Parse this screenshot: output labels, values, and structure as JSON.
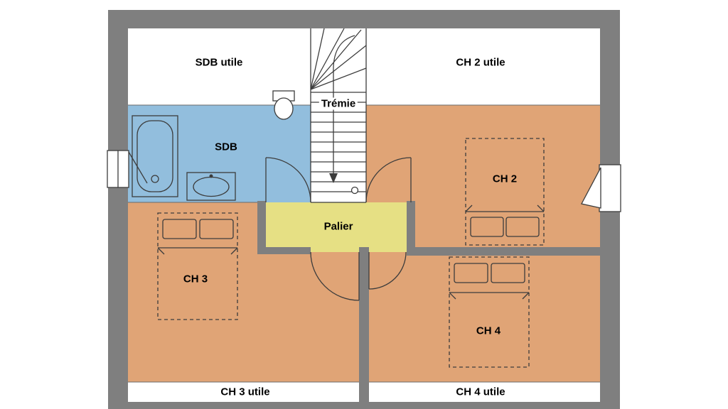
{
  "floorplan": {
    "type": "floor-plan-upper-storey",
    "rooms": {
      "sdb_utile": {
        "label": "SDB utile"
      },
      "ch2_utile": {
        "label": "CH 2 utile"
      },
      "tremie": {
        "label": "Trémie"
      },
      "sdb": {
        "label": "SDB"
      },
      "ch2": {
        "label": "CH 2"
      },
      "palier": {
        "label": "Palier"
      },
      "ch3": {
        "label": "CH 3"
      },
      "ch4": {
        "label": "CH 4"
      },
      "ch3_utile": {
        "label": "CH 3 utile"
      },
      "ch4_utile": {
        "label": "CH 4 utile"
      }
    },
    "colors": {
      "wall": "#7f7f7f",
      "bathroom": "#92bedd",
      "bedroom": "#e0a476",
      "landing": "#e6e084",
      "line": "#3c3c3c",
      "background": "#ffffff"
    }
  }
}
